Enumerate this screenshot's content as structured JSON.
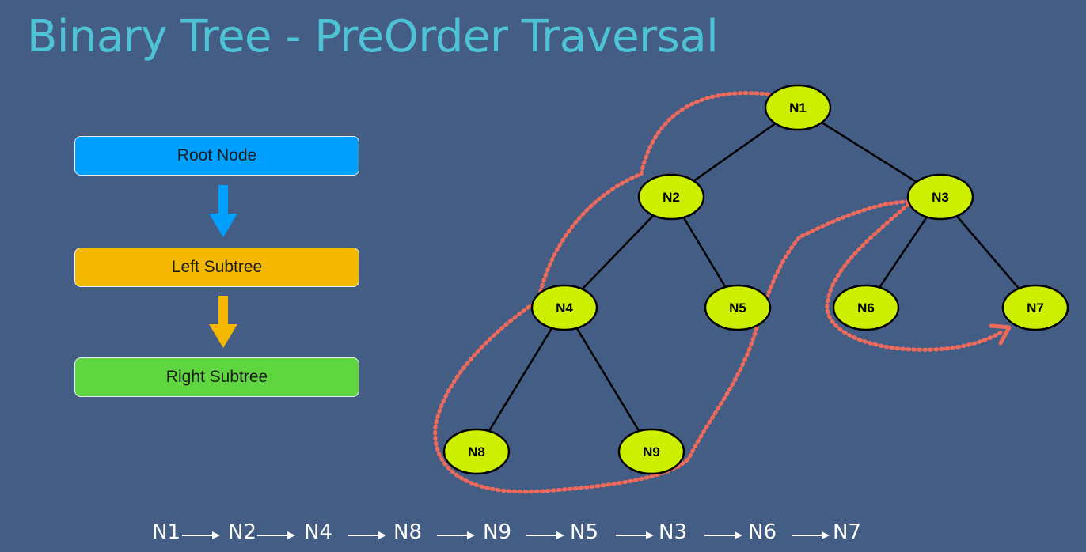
{
  "title": "Binary Tree - PreOrder Traversal",
  "colors": {
    "background": "#435d84",
    "title": "#4fc3d6",
    "root": "#00a0ff",
    "left": "#f5b800",
    "right": "#5fd63f",
    "node_fill": "#ccf000",
    "edge": "#000000",
    "traversal_path": "#f06a5c"
  },
  "flow": {
    "root_label": "Root Node",
    "left_label": "Left Subtree",
    "right_label": "Right Subtree"
  },
  "tree": {
    "nodes": [
      "N1",
      "N2",
      "N3",
      "N4",
      "N5",
      "N6",
      "N7",
      "N8",
      "N9"
    ],
    "edges": [
      [
        "N1",
        "N2"
      ],
      [
        "N1",
        "N3"
      ],
      [
        "N2",
        "N4"
      ],
      [
        "N2",
        "N5"
      ],
      [
        "N3",
        "N6"
      ],
      [
        "N3",
        "N7"
      ],
      [
        "N4",
        "N8"
      ],
      [
        "N4",
        "N9"
      ]
    ]
  },
  "traversal_order": [
    "N1",
    "N2",
    "N4",
    "N8",
    "N9",
    "N5",
    "N3",
    "N6",
    "N7"
  ]
}
